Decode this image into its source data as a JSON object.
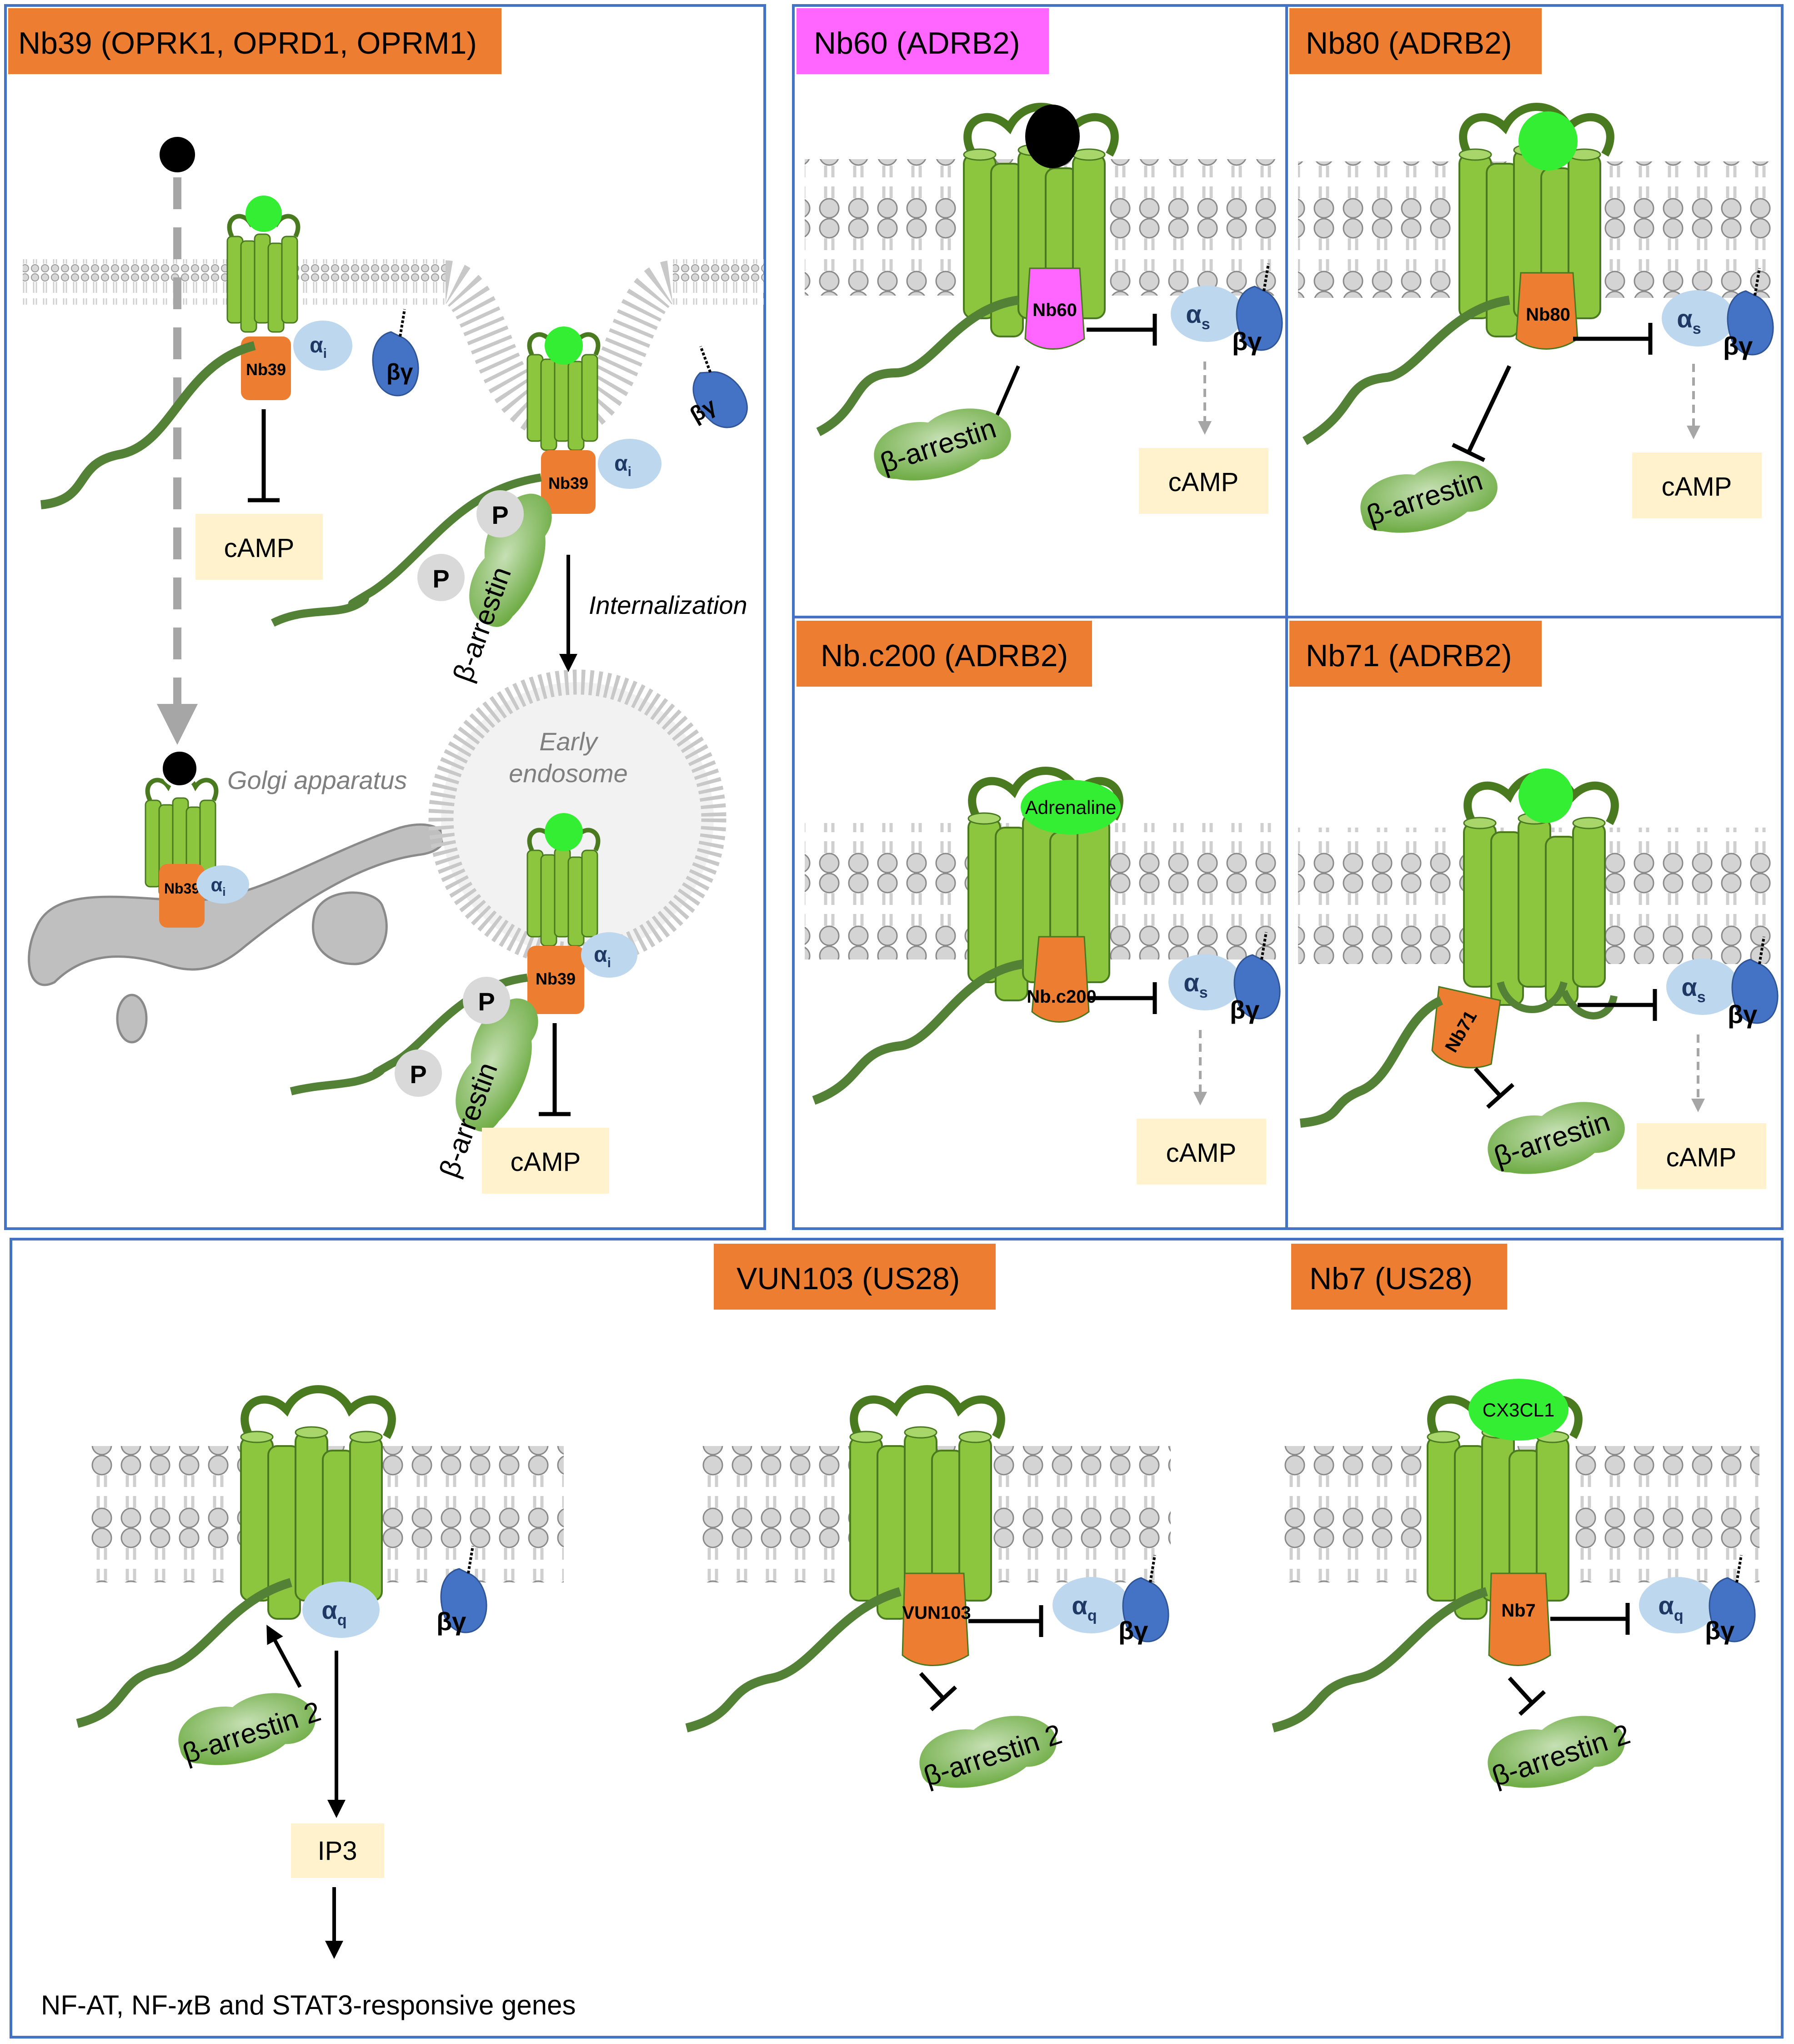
{
  "panels": [
    {
      "id": "p1",
      "title": "Nb39 (OPRK1, OPRD1, OPRM1)",
      "title_color": "#ed7d31"
    },
    {
      "id": "p2",
      "title": "Nb60 (ADRB2)",
      "title_color": "#ff66ff"
    },
    {
      "id": "p3",
      "title": "Nb80 (ADRB2)",
      "title_color": "#ed7d31"
    },
    {
      "id": "p4",
      "title": "Nb.c200 (ADRB2)",
      "title_color": "#ed7d31"
    },
    {
      "id": "p5",
      "title": "Nb71 (ADRB2)",
      "title_color": "#ed7d31"
    },
    {
      "id": "p6",
      "title": "VUN103 (US28)",
      "title_color": "#ed7d31"
    },
    {
      "id": "p7",
      "title": "Nb7 (US28)",
      "title_color": "#ed7d31"
    }
  ],
  "labels": {
    "nb39": "Nb39",
    "nb60": "Nb60",
    "nb80": "Nb80",
    "nbc200": "Nb.c200",
    "nb71": "Nb71",
    "vun103": "VUN103",
    "nb7": "Nb7",
    "alpha_i": "α",
    "sub_i": "i",
    "alpha_s": "α",
    "sub_s": "s",
    "alpha_q": "α",
    "sub_q": "q",
    "beta_gamma": "βγ",
    "camp": "cAMP",
    "ip3": "IP3",
    "beta_arrestin": "β-arrestin",
    "beta_arrestin2": "β-arrestin 2",
    "phospho": "P",
    "internalization": "Internalization",
    "golgi": "Golgi apparatus",
    "early_endosome_1": "Early",
    "early_endosome_2": "endosome",
    "adrenaline": "Adrenaline",
    "cx3cl1": "CX3CL1",
    "genes": "NF-AT, NF-ϰB and STAT3-responsive genes"
  },
  "colors": {
    "panel_border": "#4472c4",
    "receptor": "#8cc63f",
    "receptor_dark": "#4a7a1f",
    "tail": "#538135",
    "nanobody": "#ed7d31",
    "nanobody_pink": "#ff66ff",
    "g_alpha": "#bdd7ee",
    "g_beta": "#4472c4",
    "readout_box": "#fff2cc",
    "ligand_green": "#33ee33",
    "ligand_black": "#000000",
    "membrane": "#c8c8c8",
    "golgi": "#bfbfbf",
    "arrestin": "#70ad47"
  }
}
